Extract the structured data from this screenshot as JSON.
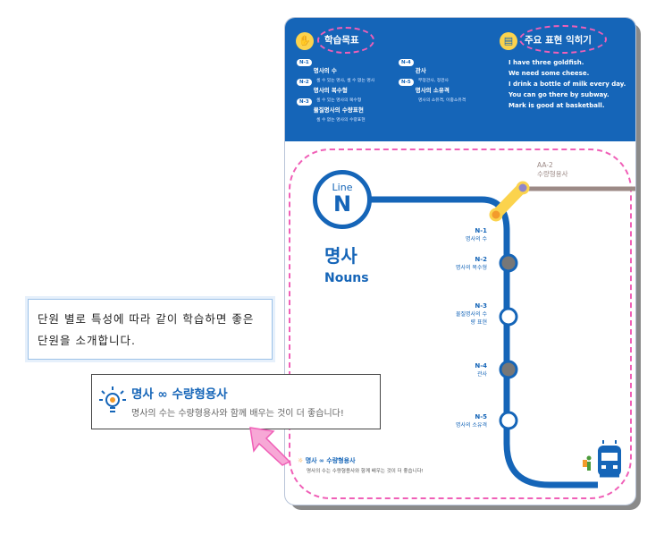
{
  "header": {
    "goals_title": "학습목표",
    "expressions_title": "주요 표현 익히기",
    "objectives": [
      {
        "code": "N-1",
        "title": "명사의 수",
        "desc": "셀 수 있는 명사, 셀 수 없는 명사"
      },
      {
        "code": "N-2",
        "title": "명사의 복수형",
        "desc": "셀 수 있는 명사의 복수형"
      },
      {
        "code": "N-3",
        "title": "물질명사의 수량표현",
        "desc": "셀 수 없는 명사의 수량표현"
      },
      {
        "code": "N-4",
        "title": "관사",
        "desc": "부정관사, 정관사"
      },
      {
        "code": "N-5",
        "title": "명사의 소유격",
        "desc": "명사의 소유격, 이중소유격"
      }
    ],
    "expressions": [
      "I have three goldfish.",
      "We need some cheese.",
      "I drink a bottle of milk every day.",
      "You can go there by subway.",
      "Mark is good at basketball."
    ]
  },
  "line": {
    "label": "Line",
    "letter": "N",
    "title_kr": "명사",
    "title_en": "Nouns"
  },
  "stations": [
    {
      "code": "N-1",
      "name": "명사의 수"
    },
    {
      "code": "N-2",
      "name": "명사의 복수형"
    },
    {
      "code": "N-3",
      "name": "물질명사의 수량 표현"
    },
    {
      "code": "N-4",
      "name": "관사"
    },
    {
      "code": "N-5",
      "name": "명사의 소유격"
    }
  ],
  "transfer": {
    "code": "AA-2",
    "name": "수량형용사"
  },
  "mini_tip": {
    "title": "명사 ∞ 수량형용사",
    "text": "명사의 수는 수량형용사와 함께 배우는 것이 더 좋습니다!"
  },
  "tooltip": {
    "text": "단원 별로 특성에 따라 같이 학습하면 좋은 단원을 소개합니다."
  },
  "zoom_tip": {
    "title": "명사 ∞ 수량형용사",
    "text": "명사의 수는 수량형용사와 함께 배우는 것이 더 좋습니다!"
  },
  "colors": {
    "primary": "#1565b8",
    "accent_pink": "#f05fb7",
    "transfer_yellow": "#fbd34d",
    "transfer_line": "#9c8a86"
  }
}
